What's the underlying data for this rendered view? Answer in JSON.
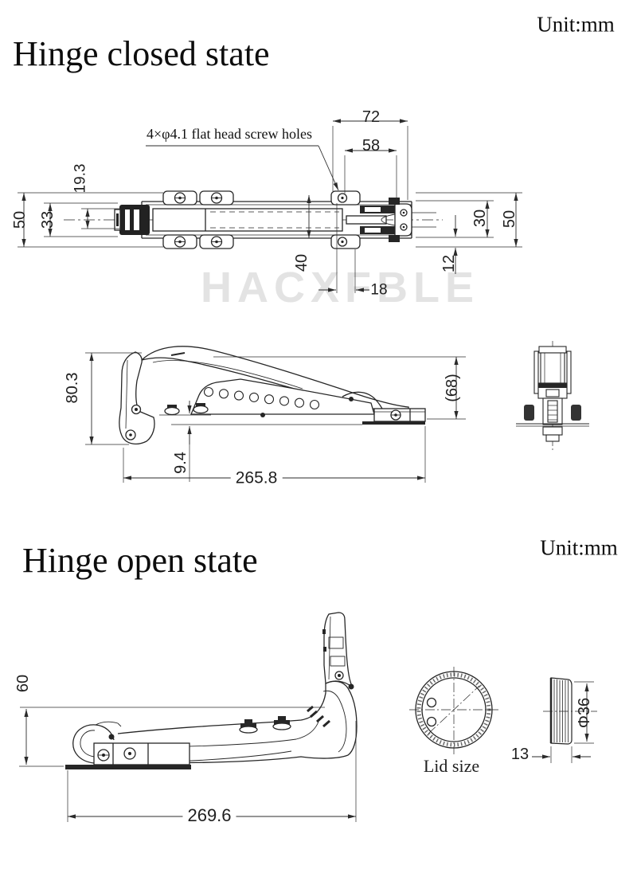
{
  "sections": {
    "closed": {
      "title": "Hinge closed state",
      "unit_label": "Unit:mm"
    },
    "open": {
      "title": "Hinge open state",
      "unit_label": "Unit:mm"
    }
  },
  "watermark": {
    "text": "HACXFBLE",
    "color": "#e3e3e3"
  },
  "closed_top_view": {
    "note": "4×φ4.1 flat head screw holes",
    "dims": {
      "plate_width": "72",
      "hole_spacing": "58",
      "arm_offset": "19.3",
      "outer_height_left": "50",
      "body_height": "33",
      "body_width": "40",
      "tab_width": "18",
      "right_hole_height": "30",
      "outer_height_right": "50",
      "base_offset": "12"
    }
  },
  "closed_side_view": {
    "dims": {
      "total_height": "80.3",
      "reference_height": "(68)",
      "plate_drop": "9.4",
      "total_length": "265.8"
    }
  },
  "open_side_view": {
    "dims": {
      "height": "60",
      "total_length": "269.6"
    }
  },
  "lid_view": {
    "caption": "Lid size",
    "dims": {
      "diameter": "Φ36",
      "thickness": "13"
    }
  },
  "colors": {
    "line": "#262626",
    "dimension": "#2b2b2b",
    "background": "#ffffff"
  }
}
